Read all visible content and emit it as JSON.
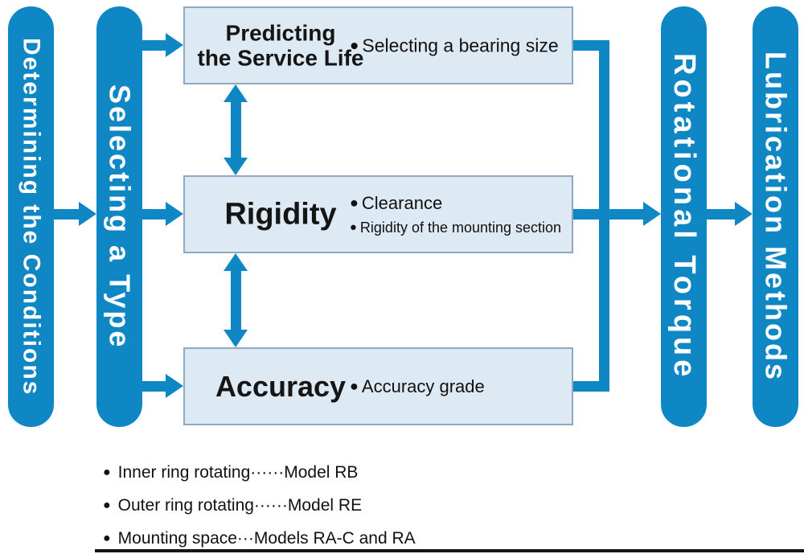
{
  "colors": {
    "accent_blue": "#0f87c5",
    "box_fill": "#dde9f3",
    "box_border": "#8fa9c4"
  },
  "pills": {
    "determining_conditions": "Determining the Conditions",
    "selecting_type": "Selecting a Type",
    "rotational_torque": "Rotational Torque",
    "lubrication_methods": "Lubrication Methods"
  },
  "boxes": [
    {
      "title_line1": "Predicting",
      "title_line2": "the Service Life",
      "bullets": [
        "Selecting a bearing size"
      ]
    },
    {
      "title": "Rigidity",
      "bullets": [
        "Clearance",
        "Rigidity of the mounting section"
      ]
    },
    {
      "title": "Accuracy",
      "bullets": [
        "Accuracy grade"
      ]
    }
  ],
  "bullet_char": "●",
  "legend": [
    "Inner ring rotating······Model RB",
    "Outer ring rotating······Model RE",
    "Mounting space···Models RA-C and RA"
  ]
}
